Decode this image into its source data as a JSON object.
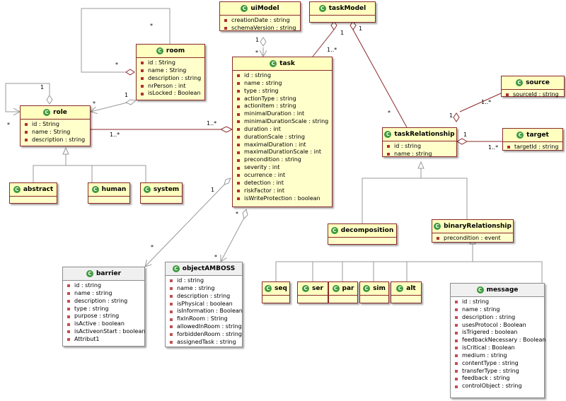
{
  "classes": {
    "uiModel": {
      "name": "uiModel",
      "attributes": [
        "creationDate : string",
        "schemaVersion : string"
      ]
    },
    "taskModel": {
      "name": "taskModel",
      "attributes": []
    },
    "room": {
      "name": "room",
      "attributes": [
        "id : String",
        "name : String",
        "description : string",
        "nrPerson : int",
        "isLocked : Boolean"
      ]
    },
    "role": {
      "name": "role",
      "attributes": [
        "id : String",
        "name : String",
        "description : string"
      ]
    },
    "task": {
      "name": "task",
      "attributes": [
        "id : string",
        "name : string",
        "type : string",
        "actionType : string",
        "actionItem : string",
        "minimalDuration : int",
        "minimalDurationScale : string",
        "duration : int",
        "durationScale : string",
        "maximalDuration : int",
        "maximalDurationScale : int",
        "precondition : string",
        "severity : int",
        "ocurrence : int",
        "detection : int",
        "riskFactor : int",
        "isWriteProtection : boolean"
      ]
    },
    "source": {
      "name": "source",
      "attributes": [
        "sourceId : string"
      ]
    },
    "taskRelationship": {
      "name": "taskRelationship",
      "attributes": [
        "id : string",
        "name : string"
      ]
    },
    "target": {
      "name": "target",
      "attributes": [
        "targetId : string"
      ]
    },
    "abstract": {
      "name": "abstract",
      "attributes": []
    },
    "human": {
      "name": "human",
      "attributes": []
    },
    "system": {
      "name": "system",
      "attributes": []
    },
    "decomposition": {
      "name": "decomposition",
      "attributes": []
    },
    "binaryRelationship": {
      "name": "binaryRelationship",
      "attributes": [
        "precondition : event"
      ]
    },
    "barrier": {
      "name": "barrier",
      "attributes": [
        "id : string",
        "name : string",
        "description : string",
        "type : string",
        "purpose : string",
        "isActive : boolean",
        "isActiveonStart : boolean",
        "Attribut1"
      ]
    },
    "objectAMBOSS": {
      "name": "objectAMBOSS",
      "attributes": [
        "id : string",
        "name : string",
        "description : string",
        "isPhysical : boolean",
        "isInformation : Boolean",
        "fixInRoom : String",
        "allowedInRoom : string",
        "forbiddenRoom : string",
        "assignedTask : string"
      ]
    },
    "seq": {
      "name": "seq",
      "attributes": []
    },
    "ser": {
      "name": "ser",
      "attributes": []
    },
    "par": {
      "name": "par",
      "attributes": []
    },
    "sim": {
      "name": "sim",
      "attributes": []
    },
    "alt": {
      "name": "alt",
      "attributes": []
    },
    "message": {
      "name": "message",
      "attributes": [
        "id : string",
        "name : string",
        "description : string",
        "usesProtocol : Boolean",
        "isTrigered : boolean",
        "feedbackNecessary : Boolean",
        "isCritical : Boolean",
        "medium : string",
        "contentType : string",
        "transferType : string",
        "feedback : string",
        "controlObject : string"
      ]
    }
  },
  "class_icon_glyph": "C",
  "colors": {
    "class_border": "#8a2a2a",
    "class_fill": "#ffffcc",
    "class_icon": "#3d9a3d",
    "attr_icon": "#b03030",
    "connector": "#999999",
    "aggregation_connector": "#8a2a2a"
  },
  "multiplicities": {
    "room_self_top": "*",
    "room_self_bottom": "*",
    "role_self_top": "1",
    "role_self_left": "*",
    "room_role_1": "1",
    "room_role_star": "*",
    "role_task_1": "1..*",
    "role_task_star": "1..*",
    "uimodel_task_1": "1",
    "uimodel_task_star": "*",
    "taskmodel_task_1": "1",
    "taskmodel_task_star": "1..*",
    "taskmodel_rel_1": "1",
    "taskmodel_rel_star": "*",
    "source_rel_star": "1..*",
    "source_rel_1": "1",
    "target_rel_1": "1",
    "target_rel_star": "1..*",
    "task_barrier_1": "1",
    "task_barrier_star": "*",
    "task_object_star": "*",
    "task_object_star2": "*"
  }
}
